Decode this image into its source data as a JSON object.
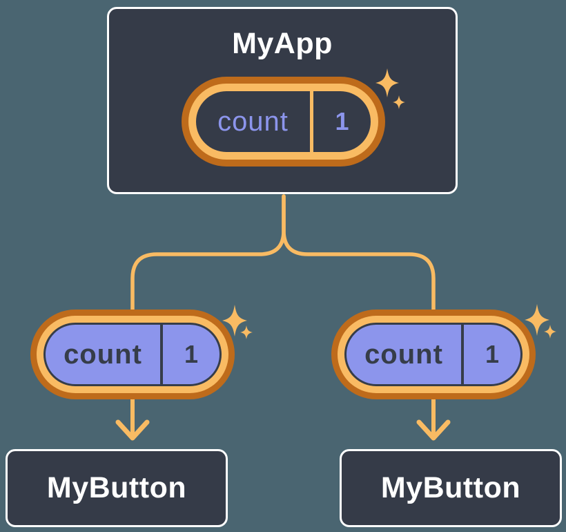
{
  "diagram": {
    "root": {
      "title": "MyApp",
      "state_pill": {
        "label": "count",
        "value": "1"
      }
    },
    "children": [
      {
        "pill": {
          "label": "count",
          "value": "1"
        },
        "node": {
          "title": "MyButton"
        }
      },
      {
        "pill": {
          "label": "count",
          "value": "1"
        },
        "node": {
          "title": "MyButton"
        }
      }
    ]
  },
  "icons": {
    "sparkle-icon": "✦"
  },
  "colors": {
    "background": "#4A6571",
    "node_fill": "#353B48",
    "node_border": "#FFFFFF",
    "node_title_text": "#FFFFFF",
    "pill_ring_outer": "#BE6B1B",
    "pill_ring_inner": "#F9BB63",
    "state_text_periwinkle": "#8C95EC",
    "child_pill_fill": "#8C95EC",
    "child_pill_text": "#363D49",
    "connector_orange": "#F9BB63"
  }
}
